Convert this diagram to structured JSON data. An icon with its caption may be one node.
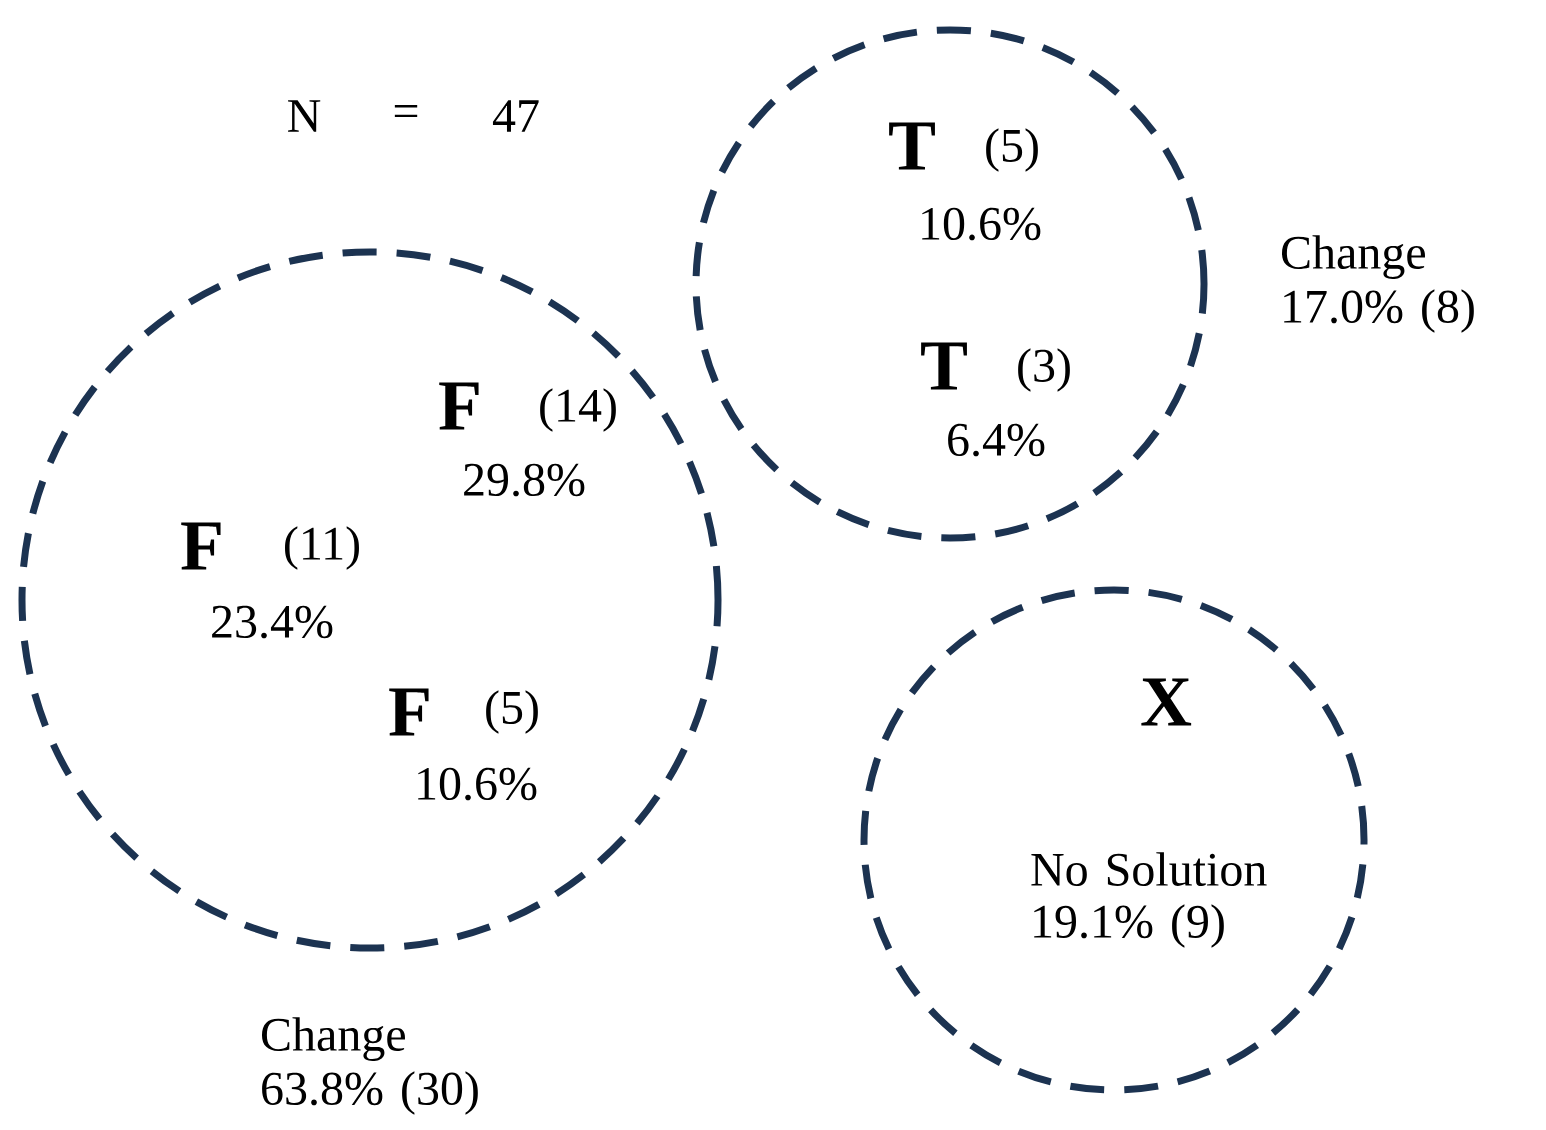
{
  "diagram": {
    "nodes": [
      {
        "text": [
          "F",
          "(14)",
          "29.8%",
          "F",
          "(11)",
          "23.4%",
          "F",
          "(5)",
          "10.6%"
        ],
        "beside": [
          "Change 63.8% (30)"
        ]
      },
      {
        "text": [
          "T",
          "(5)",
          "10.6%",
          "T",
          "(3)",
          "6.4%"
        ],
        "beside": [
          "Change 17.0% (8)"
        ]
      },
      {
        "text": [
          "X",
          "No Solution 19.1% (9)"
        ]
      }
    ],
    "labels": [
      "N",
      "=",
      "47"
    ]
  }
}
